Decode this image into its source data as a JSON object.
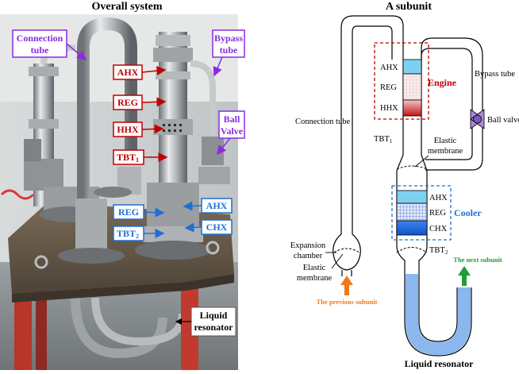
{
  "left_panel": {
    "title": "Overall system",
    "labels": {
      "connection_tube_line1": "Connection",
      "connection_tube_line2": "tube",
      "bypass_tube_line1": "Bypass",
      "bypass_tube_line2": "tube",
      "ball_valve_line1": "Ball",
      "ball_valve_line2": "Valve",
      "ahx_hot": "AHX",
      "reg_hot": "REG",
      "hhx": "HHX",
      "tbt1_main": "TBT",
      "tbt1_sub": "1",
      "reg_cold": "REG",
      "ahx_cold": "AHX",
      "tbt2_main": "TBT",
      "tbt2_sub": "2",
      "chx": "CHX",
      "liquid_resonator_line1": "Liquid",
      "liquid_resonator_line2": "resonator"
    }
  },
  "right_panel": {
    "title": "A subunit",
    "labels": {
      "connection_tube": "Connection tube",
      "bypass_tube": "Bypass tube",
      "ball_valve": "Ball valve",
      "engine": "Engine",
      "ahx": "AHX",
      "reg_engine": "REG",
      "hhx": "HHX",
      "tbt1_main": "TBT",
      "tbt1_sub": "1",
      "elastic_membrane_line1": "Elastic",
      "elastic_membrane_line2": "membrane",
      "cooler": "Cooler",
      "ahx_cooler": "AHX",
      "reg_cooler": "REG",
      "chx": "CHX",
      "tbt2_main": "TBT",
      "tbt2_sub": "2",
      "expansion_chamber_line1": "Expansion",
      "expansion_chamber_line2": "chamber",
      "elastic_membrane2_line1": "Elastic",
      "elastic_membrane2_line2": "membrane",
      "previous_subunit": "The previous subunit",
      "next_subunit": "The next subunit",
      "liquid_resonator": "Liquid resonator"
    }
  },
  "colors": {
    "purple": "#8a2be2",
    "red": "#c00000",
    "blue": "#1f6fd1",
    "orange": "#f07a1a",
    "green": "#1f9d3a",
    "liquid": "#8ab8ee",
    "ahx_fill": "#7fd0f0",
    "hhx_fill": "#c41414",
    "chx_fill": "#1a66e0"
  }
}
